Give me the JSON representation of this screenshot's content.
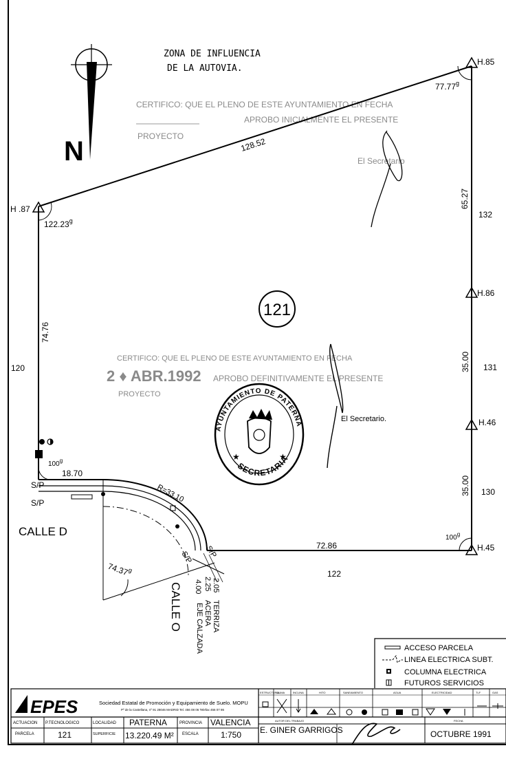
{
  "zone_label": [
    "ZONA  DE   INFLUENCIA",
    "DE  LA  AUTOVIA."
  ],
  "north_label": "N",
  "parcel_number": "121",
  "certificate_top": [
    "CERTIFICO: QUE EL PLENO DE ESTE AYUNTAMIENTO EN FECHA",
    "APROBO INICIALMENTE EL PRESENTE",
    "PROYECTO",
    "El Secretario"
  ],
  "certificate_mid": [
    "CERTIFICO: QUE EL PLENO DE ESTE AYUNTAMIENTO EN FECHA",
    "APROBO DEFINITIVAMENTE EL PRESENTE",
    "PROYECTO",
    "El Secretario."
  ],
  "stamp_text": [
    "AYUNTAMIENTO DE PATERNA",
    "SECRETARIA"
  ],
  "vertices": {
    "h85": "H.85",
    "h87": "H .87",
    "h86": "H.86",
    "h46": "H.46",
    "h45": "H.45"
  },
  "angles": {
    "a85": "77.77",
    "a85_sup": "g",
    "a87": "122.23",
    "a87_sup": "g",
    "a_sw": "100",
    "a_sw_sup": "g",
    "a45": "100",
    "a45_sup": "g",
    "a_arc": "74.37",
    "a_arc_sup": "g"
  },
  "dimensions": {
    "top": "128.52",
    "left": "74.76",
    "right_top": "65.27",
    "right_mid": "35.00",
    "right_bot": "35.00",
    "bottom": "72.86",
    "stub": "18.70",
    "radius": "R=33.10"
  },
  "neighbors": {
    "n132": "132",
    "n131": "131",
    "n130": "130",
    "n120": "120",
    "n122": "122"
  },
  "street_d": "CALLE  D",
  "street_o": "CALLE  O",
  "section": [
    {
      "dim": "2.05",
      "name": "TERRIZA"
    },
    {
      "dim": "2.25",
      "name": "ACERA"
    },
    {
      "dim": "4.00",
      "name": "EJE CALZADA"
    }
  ],
  "sp_labels": [
    "S/P",
    "S/P",
    "S/P",
    "S/P"
  ],
  "legend": [
    "ACCESO PARCELA",
    "LINEA ELECTRICA SUBT.",
    "COLUMNA  ELECTRICA",
    "FUTUROS SERVICIOS"
  ],
  "title_block": {
    "logo": "EPES",
    "company": "Sociedad Estatal de Promoción y Equipamiento de Suelo. MOPU",
    "address": "Pº de la Castellana, nº 91  28046 MADRID  Tel. 456 08 06  Telefax 456 07 86",
    "actuacion_label": "ACTUACION",
    "parcela_label": "PARCELA",
    "parcela_value": "121",
    "tecnologico_label": "P.TECNOLOGICO",
    "localidad_label": "LOCALIDAD",
    "localidad_value": "PATERNA",
    "superficie_label": "SUPERFICIE",
    "superficie_value": "13.220.49 M²",
    "provincia_label": "PROVINCIA",
    "provincia_value": "VALENCIA",
    "escala_label": "ESCALA",
    "escala_value": "1:750",
    "autor_label": "AUTOR DEL TRABAJO",
    "autor_value": "E. GINER GARRIGOS",
    "fecha_label": "FECHA",
    "fecha_value": "OCTUBRE 1991",
    "col_headers": [
      "ESTRUCTURAL",
      "CLIMA",
      "INCLINA",
      "HITO",
      "SANEAMIENTO",
      "AGUA",
      "ELECTRICIDAD",
      "TLF",
      "GAS"
    ]
  }
}
